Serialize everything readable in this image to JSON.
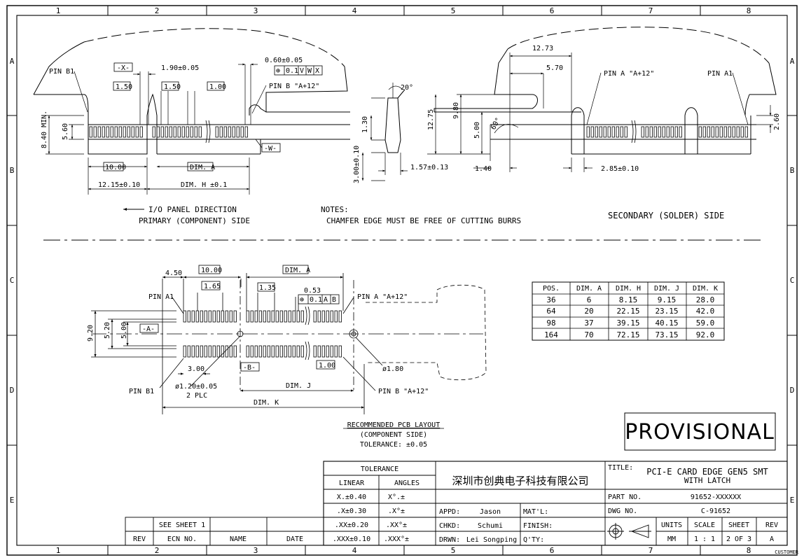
{
  "border": {
    "cols": [
      "1",
      "2",
      "3",
      "4",
      "5",
      "6",
      "7",
      "8"
    ],
    "rows": [
      "A",
      "B",
      "C",
      "D",
      "E"
    ]
  },
  "top_left": {
    "pin_b1": "PIN B1",
    "datum_x": "-X-",
    "dim_190": "1.90±0.05",
    "dim_060": "0.60±0.05",
    "fcf": [
      "⊕",
      "0.1",
      "V",
      "W",
      "X"
    ],
    "pin_b_a12": "PIN B \"A+12\"",
    "box_150a": "1.50",
    "box_150b": "1.50",
    "box_100": "1.00",
    "dim_840": "8.40 MIN.",
    "dim_560": "5.60",
    "datum_w": "-W-",
    "box_1000": "10.00",
    "box_dima": "DIM. A",
    "dim_1215": "12.15±0.10",
    "dim_h": "DIM. H ±0.1",
    "io_dir": "I/O PANEL DIRECTION",
    "primary": "PRIMARY (COMPONENT) SIDE"
  },
  "chamfer": {
    "angle": "20°",
    "dim_130": "1.30",
    "dim_300": "3.00±0.10",
    "dim_157": "1.57±0.13"
  },
  "notes": {
    "title": "NOTES:",
    "line1": "CHAMFER EDGE MUST BE FREE OF CUTTING BURRS"
  },
  "top_right": {
    "dim_1273": "12.73",
    "dim_570": "5.70",
    "pin_a_a12": "PIN A \"A+12\"",
    "pin_a1": "PIN A1",
    "dim_1275": "12.75",
    "dim_980": "9.80",
    "dim_500": "5.00",
    "angle60": "60°",
    "dim_260": "2.60",
    "dim_140": "1.40",
    "dim_285": "2.85±0.10",
    "secondary": "SECONDARY (SOLDER) SIDE"
  },
  "layout": {
    "dim_450": "4.50",
    "box_1000": "10.00",
    "box_dima": "DIM. A",
    "box_165": "1.65",
    "box_135": "1.35",
    "dim_053": "0.53",
    "fcf": [
      "⊕",
      "0.1",
      "A",
      "B"
    ],
    "pin_a1": "PIN A1",
    "pin_a_a12": "PIN A \"A+12\"",
    "dim_920": "9.20",
    "dim_520": "5.20",
    "dim_500": "5.00",
    "datum_a": "-A-",
    "dim_300": "3.00",
    "datum_b": "-B-",
    "box_100": "1.00",
    "dia_180": "ø1.80",
    "pin_b1": "PIN B1",
    "dia_120": "ø1.20±0.05",
    "plc": "2 PLC",
    "dim_j": "DIM. J",
    "pin_b_a12": "PIN B \"A+12\"",
    "dim_k": "DIM. K",
    "caption1": "RECOMMENDED PCB LAYOUT",
    "caption2": "(COMPONENT SIDE)",
    "caption3": "TOLERANCE: ±0.05"
  },
  "pos_table": {
    "headers": [
      "POS.",
      "DIM. A",
      "DIM. H",
      "DIM. J",
      "DIM. K"
    ],
    "rows": [
      [
        "36",
        "6",
        "8.15",
        "9.15",
        "28.0"
      ],
      [
        "64",
        "20",
        "22.15",
        "23.15",
        "42.0"
      ],
      [
        "98",
        "37",
        "39.15",
        "40.15",
        "59.0"
      ],
      [
        "164",
        "70",
        "72.15",
        "73.15",
        "92.0"
      ]
    ]
  },
  "provisional": "PROVISIONAL",
  "title_block": {
    "tolerance": "TOLERANCE",
    "linear": "LINEAR",
    "angles": "ANGLES",
    "lin": [
      "X.±0.40",
      ".X±0.30",
      ".XX±0.20",
      ".XXX±0.10"
    ],
    "ang": [
      "X°.±",
      ".X°±",
      ".XX°±",
      ".XXX°±"
    ],
    "company": "深圳市创典电子科技有限公司",
    "appd_l": "APPD:",
    "appd_v": "Jason",
    "matl": "MAT'L:",
    "chkd_l": "CHKD:",
    "chkd_v": "Schumi",
    "finish": "FINISH:",
    "drwn_l": "DRWN:",
    "drwn_v": "Lei Songping",
    "qty": "Q'TY:",
    "title_l": "TITLE:",
    "title_1": "PCI-E CARD EDGE GEN5 SMT",
    "title_2": "WITH LATCH",
    "partno_l": "PART NO.",
    "partno_v": "91652-XXXXXX",
    "dwgno_l": "DWG NO.",
    "dwgno_v": "C-91652",
    "units_l": "UNITS",
    "units_v": "MM",
    "scale_l": "SCALE",
    "scale_v": "1 : 1",
    "sheet_l": "SHEET",
    "sheet_v": "2 OF 3",
    "rev_l": "REV",
    "rev_v": "A",
    "customer": "CUSTOMER",
    "see_sheet": "SEE SHEET 1",
    "rev_h": "REV",
    "ecn_h": "ECN NO.",
    "name_h": "NAME",
    "date_h": "DATE"
  }
}
